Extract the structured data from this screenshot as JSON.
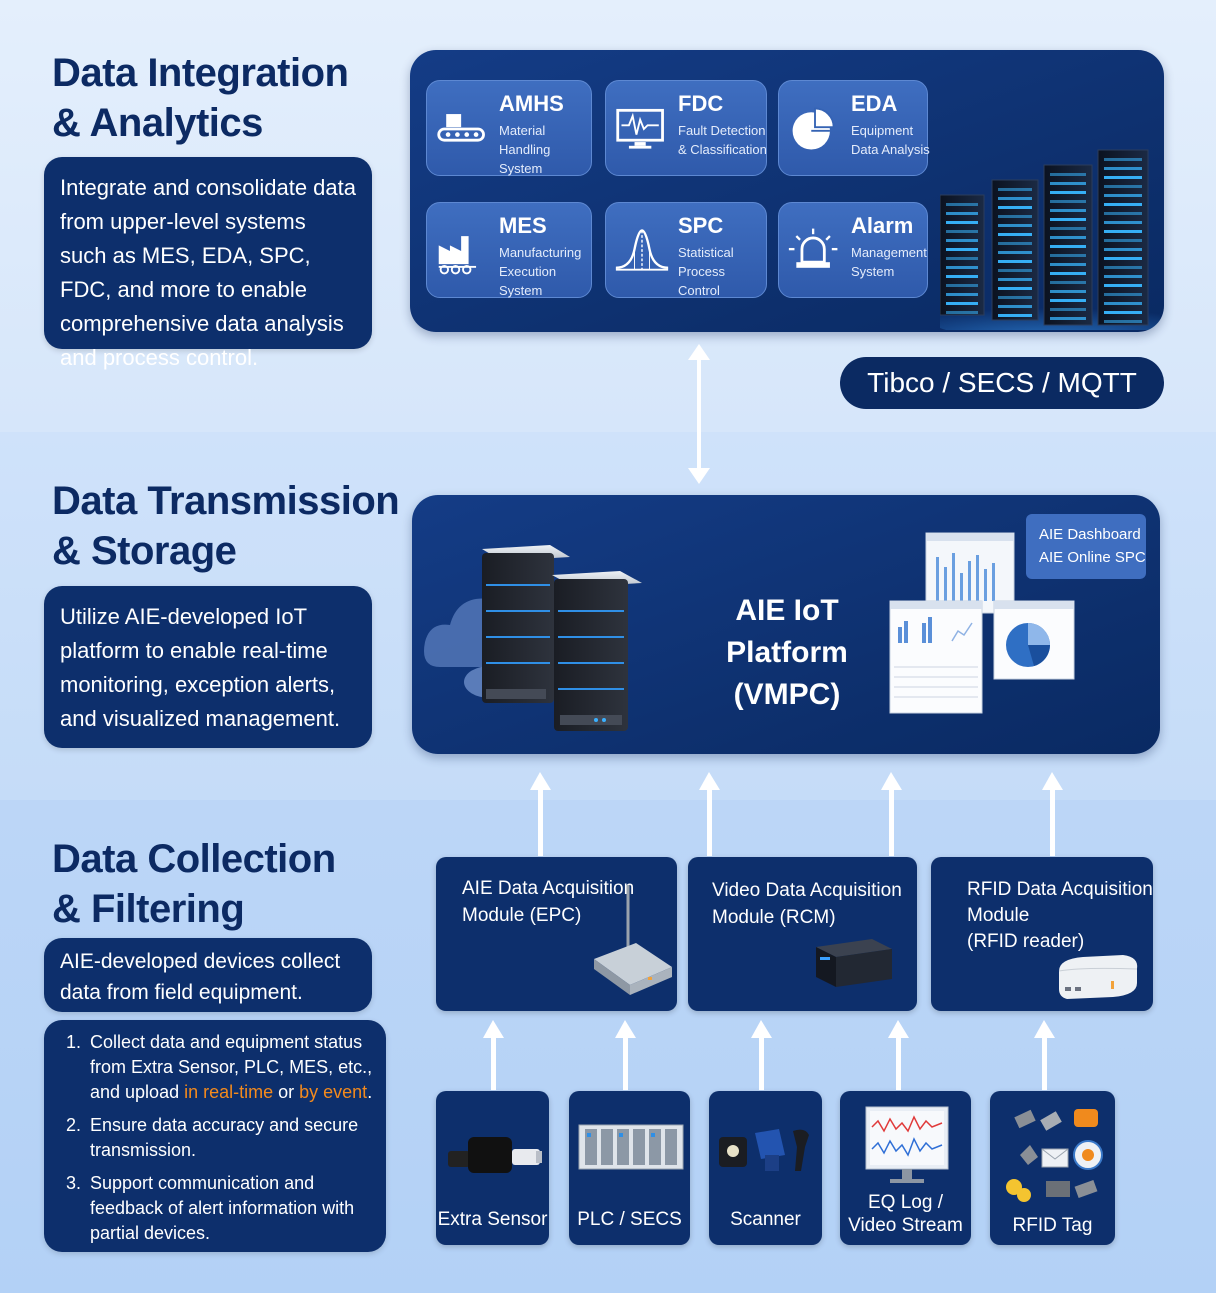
{
  "sections": {
    "analytics": {
      "title_line1": "Data Integration",
      "title_line2": "& Analytics",
      "description": "Integrate and consolidate data from upper-level systems such as MES, EDA, SPC, FDC, and more to enable comprehensive data analysis and process control."
    },
    "transmission": {
      "title_line1": "Data Transmission",
      "title_line2": "& Storage",
      "description": "Utilize AIE-developed IoT platform to enable real-time monitoring, exception alerts, and visualized management."
    },
    "collection": {
      "title_line1": "Data Collection",
      "title_line2": "& Filtering",
      "description": "AIE-developed devices collect data from field equipment.",
      "steps": [
        {
          "num": "1.",
          "before": "Collect data and equipment status from Extra Sensor, PLC, MES, etc., and upload ",
          "hl1": "in real-time",
          "mid": " or ",
          "hl2": "by event",
          "after": "."
        },
        {
          "num": "2.",
          "text": "Ensure data accuracy and secure transmission."
        },
        {
          "num": "3.",
          "text": "Support communication and feedback of alert information with partial devices."
        }
      ]
    }
  },
  "systems": [
    {
      "name": "AMHS",
      "sub": "Material Handling System",
      "icon": "conveyor-icon"
    },
    {
      "name": "FDC",
      "sub": "Fault Detection & Classification",
      "icon": "monitor-waveform-icon"
    },
    {
      "name": "EDA",
      "sub": "Equipment Data Analysis",
      "icon": "pie-chart-icon"
    },
    {
      "name": "MES",
      "sub": "Manufacturing Execution System",
      "icon": "factory-icon"
    },
    {
      "name": "SPC",
      "sub": "Statistical Process Control",
      "icon": "bell-curve-icon"
    },
    {
      "name": "Alarm",
      "sub": "Management System",
      "icon": "alarm-light-icon"
    }
  ],
  "protocol": "Tibco / SECS / MQTT",
  "platform": {
    "line1": "AIE IoT Platform",
    "line2": "(VMPC)",
    "dashboard_line1": "AIE Dashboard",
    "dashboard_line2": "AIE Online SPC"
  },
  "modules": [
    {
      "line1": "AIE Data Acquisition",
      "line2": "Module (EPC)",
      "line3": ""
    },
    {
      "line1": "Video Data Acquisition",
      "line2": "Module (RCM)",
      "line3": ""
    },
    {
      "line1": "RFID Data Acquisition",
      "line2": "Module",
      "line3": "(RFID reader)"
    }
  ],
  "devices": [
    {
      "line1": "Extra Sensor",
      "line2": ""
    },
    {
      "line1": "PLC / SECS",
      "line2": ""
    },
    {
      "line1": "Scanner",
      "line2": ""
    },
    {
      "line1": "EQ Log /",
      "line2": "Video Stream"
    },
    {
      "line1": "RFID Tag",
      "line2": ""
    }
  ],
  "colors": {
    "navy_panel": "#0d2f6c",
    "tile_blue": "#3563b4",
    "title_navy": "#0c2a63",
    "highlight_orange": "#f38a1d",
    "server_glow": "#38b6ff"
  }
}
